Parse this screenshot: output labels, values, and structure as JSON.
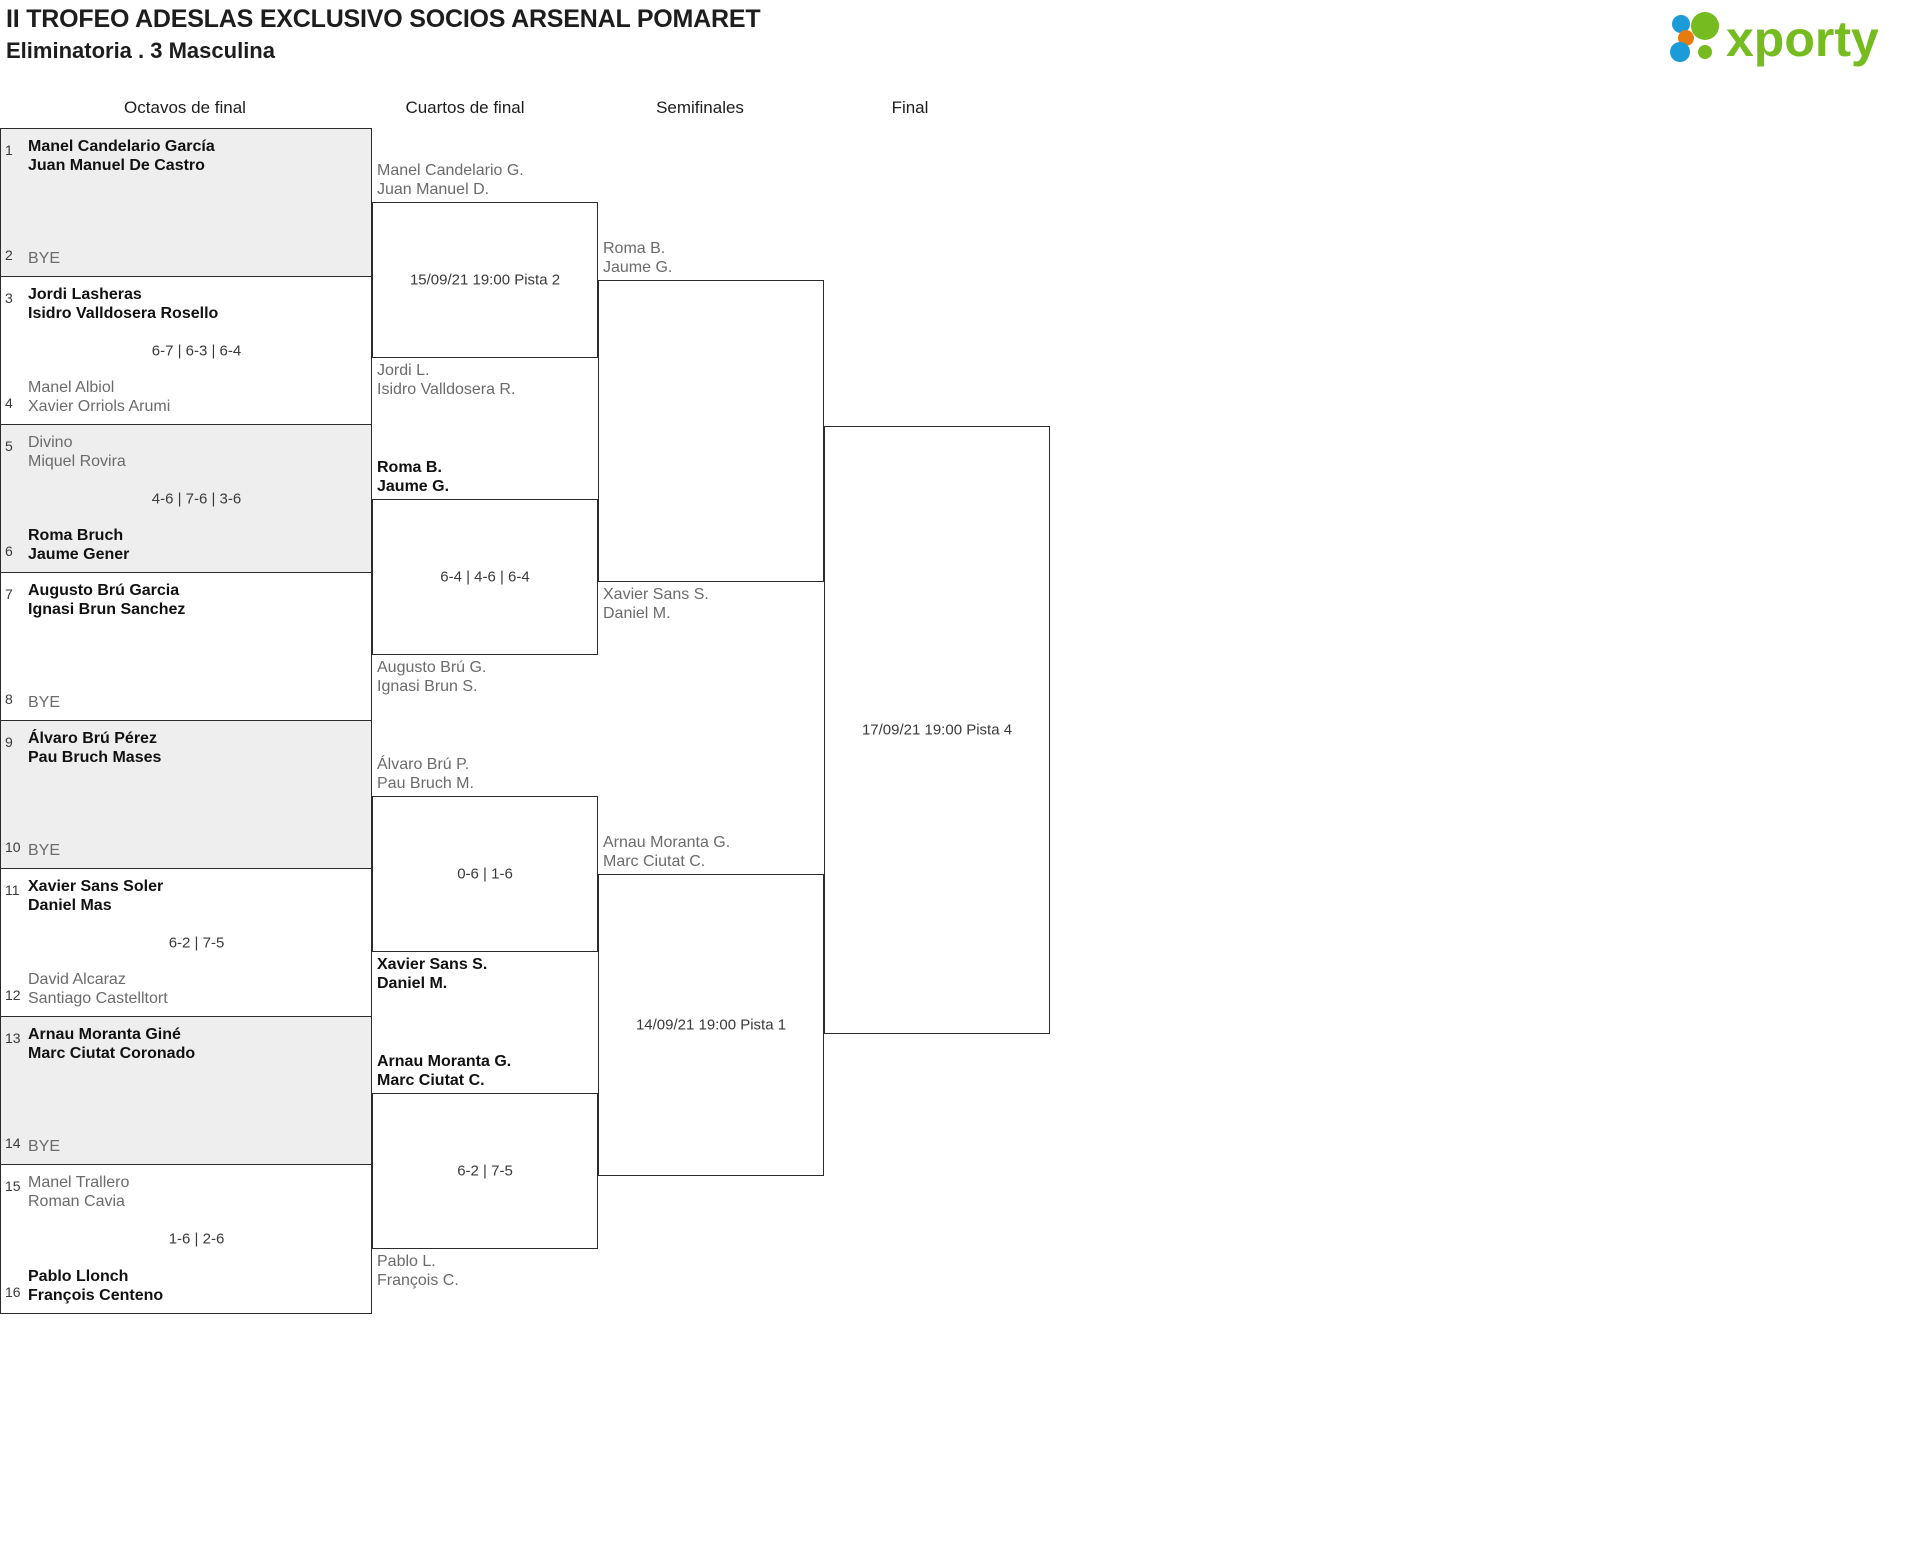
{
  "header": {
    "title": "II TROFEO ADESLAS EXCLUSIVO SOCIOS ARSENAL POMARET",
    "subtitle": "Eliminatoria . 3 Masculina",
    "logo_text": "xporty",
    "logo_colors": {
      "green": "#76bc21",
      "orange": "#e87b10",
      "blue": "#1b9bd7"
    }
  },
  "rounds": [
    {
      "label": "Octavos de final"
    },
    {
      "label": "Cuartos de final"
    },
    {
      "label": "Semifinales"
    },
    {
      "label": "Final"
    }
  ],
  "round1": [
    {
      "top": {
        "seed": "1",
        "lines": [
          "Manel Candelario García",
          "Juan Manuel De Castro"
        ],
        "state": "winner"
      },
      "bottom": {
        "seed": "2",
        "lines": [
          "BYE"
        ],
        "state": "bye"
      },
      "score": "",
      "shaded": true
    },
    {
      "top": {
        "seed": "3",
        "lines": [
          "Jordi Lasheras",
          "Isidro Valldosera Rosello"
        ],
        "state": "winner"
      },
      "bottom": {
        "seed": "4",
        "lines": [
          "Manel Albiol",
          "Xavier Orriols Arumi"
        ],
        "state": "loser"
      },
      "score": "6-7 | 6-3 | 6-4",
      "shaded": false
    },
    {
      "top": {
        "seed": "5",
        "lines": [
          "Divino",
          "Miquel Rovira"
        ],
        "state": "loser"
      },
      "bottom": {
        "seed": "6",
        "lines": [
          "Roma Bruch",
          "Jaume Gener"
        ],
        "state": "winner"
      },
      "score": "4-6 | 7-6 | 3-6",
      "shaded": true
    },
    {
      "top": {
        "seed": "7",
        "lines": [
          "Augusto Brú Garcia",
          "Ignasi Brun Sanchez"
        ],
        "state": "winner"
      },
      "bottom": {
        "seed": "8",
        "lines": [
          "BYE"
        ],
        "state": "bye"
      },
      "score": "",
      "shaded": false
    },
    {
      "top": {
        "seed": "9",
        "lines": [
          "Álvaro Brú Pérez",
          "Pau Bruch Mases"
        ],
        "state": "winner"
      },
      "bottom": {
        "seed": "10",
        "lines": [
          "BYE"
        ],
        "state": "bye"
      },
      "score": "",
      "shaded": true
    },
    {
      "top": {
        "seed": "11",
        "lines": [
          "Xavier Sans Soler",
          "Daniel Mas"
        ],
        "state": "winner"
      },
      "bottom": {
        "seed": "12",
        "lines": [
          "David Alcaraz",
          "Santiago Castelltort"
        ],
        "state": "loser"
      },
      "score": "6-2 | 7-5",
      "shaded": false
    },
    {
      "top": {
        "seed": "13",
        "lines": [
          "Arnau Moranta Giné",
          "Marc Ciutat Coronado"
        ],
        "state": "winner"
      },
      "bottom": {
        "seed": "14",
        "lines": [
          "BYE"
        ],
        "state": "bye"
      },
      "score": "",
      "shaded": true
    },
    {
      "top": {
        "seed": "15",
        "lines": [
          "Manel Trallero",
          "Roman Cavia"
        ],
        "state": "loser"
      },
      "bottom": {
        "seed": "16",
        "lines": [
          "Pablo Llonch",
          "François Centeno"
        ],
        "state": "winner"
      },
      "score": "1-6 | 2-6",
      "shaded": false
    }
  ],
  "round2": [
    {
      "top": {
        "lines": [
          "Manel Candelario G.",
          "Juan Manuel D."
        ],
        "state": "loser"
      },
      "bottom": {
        "lines": [
          "Jordi L.",
          "Isidro Valldosera R."
        ],
        "state": "loser"
      },
      "mid": "15/09/21 19:00 Pista 2"
    },
    {
      "top": {
        "lines": [
          "Roma B.",
          "Jaume G."
        ],
        "state": "winner"
      },
      "bottom": {
        "lines": [
          "Augusto Brú G.",
          "Ignasi Brun S."
        ],
        "state": "loser"
      },
      "mid": "6-4 | 4-6 | 6-4"
    },
    {
      "top": {
        "lines": [
          "Álvaro Brú P.",
          "Pau Bruch M."
        ],
        "state": "loser"
      },
      "bottom": {
        "lines": [
          "Xavier Sans S.",
          "Daniel M."
        ],
        "state": "winner"
      },
      "mid": "0-6 | 1-6"
    },
    {
      "top": {
        "lines": [
          "Arnau Moranta G.",
          "Marc Ciutat C."
        ],
        "state": "winner"
      },
      "bottom": {
        "lines": [
          "Pablo L.",
          "François C."
        ],
        "state": "loser"
      },
      "mid": "6-2 | 7-5"
    }
  ],
  "round3": [
    {
      "top": {
        "lines": [
          "Roma B.",
          "Jaume G."
        ],
        "state": "loser"
      },
      "bottom": {
        "lines": [
          "Xavier Sans S.",
          "Daniel M."
        ],
        "state": "loser"
      },
      "mid": ""
    },
    {
      "top": {
        "lines": [
          "Arnau Moranta G.",
          "Marc Ciutat C."
        ],
        "state": "loser"
      },
      "bottom": {
        "lines": [],
        "state": "loser"
      },
      "mid": "14/09/21 19:00 Pista 1"
    }
  ],
  "round4": [
    {
      "top": {
        "lines": [],
        "state": "loser"
      },
      "bottom": {
        "lines": [],
        "state": "loser"
      },
      "mid": "17/09/21 19:00 Pista 4"
    }
  ]
}
